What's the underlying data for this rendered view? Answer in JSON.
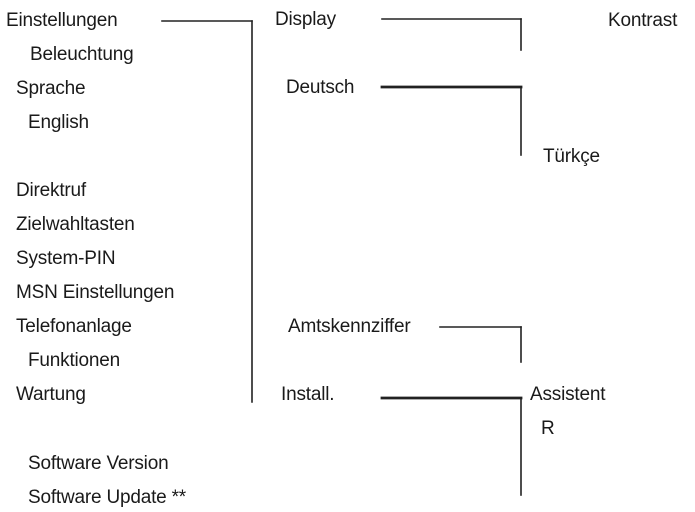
{
  "menu": {
    "einstellungen": "Einstellungen",
    "beleuchtung": "Beleuchtung",
    "sprache": "Sprache",
    "english": "English",
    "direktruf": "Direktruf",
    "zielwahltasten": "Zielwahltasten",
    "system_pin": "System-PIN",
    "msn_einstellungen": "MSN Einstellungen",
    "telefonanlage": "Telefonanlage",
    "funktionen": "Funktionen",
    "wartung": "Wartung",
    "software_version": "Software Version",
    "software_update": "Software Update **"
  },
  "submenu": {
    "display": "Display",
    "deutsch": "Deutsch",
    "amtskennziffer": "Amtskennziffer",
    "install": "Install."
  },
  "options": {
    "kontrast": "Kontrast",
    "tuerkce": "Türkçe",
    "assistent": "Assistent",
    "r": "R"
  }
}
